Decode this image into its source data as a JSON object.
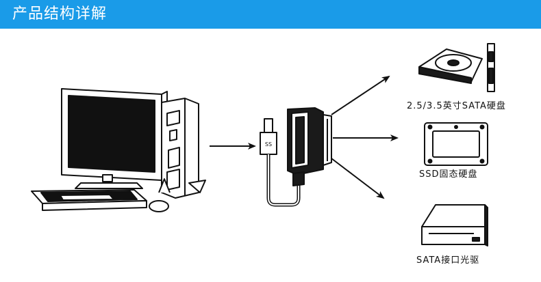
{
  "header": {
    "title": "产品结构详解",
    "background_color": "#1a9be8"
  },
  "devices": {
    "hdd": {
      "label": "2.5/3.5英寸SATA硬盘",
      "icon": "hard-drive-icon"
    },
    "ssd": {
      "label": "SSD固态硬盘",
      "icon": "ssd-icon"
    },
    "optical": {
      "label": "SATA接口光驱",
      "icon": "optical-drive-icon"
    }
  },
  "source": {
    "icon": "desktop-computer-icon"
  },
  "adapter": {
    "icon": "usb-sata-adapter-icon",
    "usb_text": "SS"
  }
}
